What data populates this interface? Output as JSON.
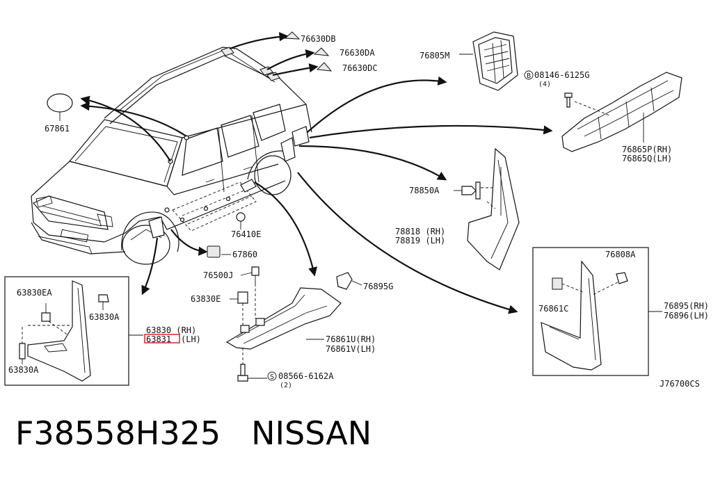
{
  "diagram_code": "J76700CS",
  "footer": {
    "part_number": "F38558H325",
    "brand": "NISSAN"
  },
  "callouts": {
    "p76630DB": "76630DB",
    "p76630DA": "76630DA",
    "p76630DC": "76630DC",
    "p67861": "67861",
    "p76805M": "76805M",
    "p08146": "08146-6125G",
    "p08146_qty": "(4)",
    "p76865P": "76865P(RH)",
    "p76865Q": "76865Q(LH)",
    "p78850A": "78850A",
    "p78818": "78818 (RH)",
    "p78819": "78819 (LH)",
    "p76410E": "76410E",
    "p67860": "67860",
    "p76500J": "76500J",
    "p76895G": "76895G",
    "p63830E": "63830E",
    "p76861U": "76861U(RH)",
    "p76861V": "76861V(LH)",
    "p08566": "08566-6162A",
    "p08566_qty": "(2)",
    "p63830EA": "63830EA",
    "p63830A_top": "63830A",
    "p63830A_bot": "63830A",
    "p63830": "63830 (RH)",
    "p63831": "63831",
    "p63831_side": "(LH)",
    "p76808A": "76808A",
    "p76861C": "76861C",
    "p76895": "76895(RH)",
    "p76896": "76896(LH)"
  },
  "symbols": {
    "bolt_prefix": "B",
    "screw_prefix": "S"
  },
  "highlight_color": "#e03030"
}
